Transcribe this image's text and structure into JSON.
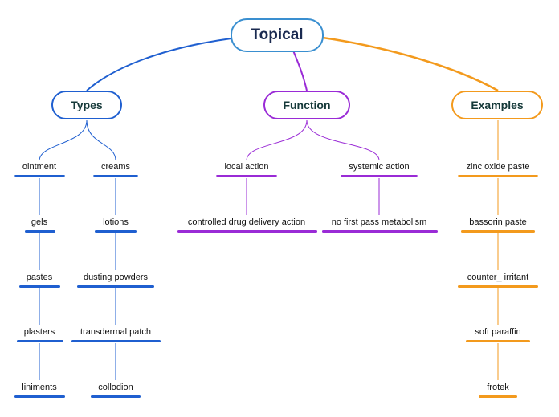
{
  "root": {
    "label": "Topical"
  },
  "branches": {
    "types": {
      "label": "Types",
      "color": "#1f5fd0"
    },
    "function": {
      "label": "Function",
      "color": "#9a2bd6"
    },
    "examples": {
      "label": "Examples",
      "color": "#f39a1d"
    }
  },
  "types": {
    "ointment": "ointment",
    "gels": "gels",
    "pastes": "pastes",
    "plasters": "plasters",
    "liniments": "liniments",
    "creams": "creams",
    "lotions": "lotions",
    "dusting_powders": "dusting powders",
    "transdermal_patch": "transdermal patch",
    "collodion": "collodion"
  },
  "function": {
    "local_action": "local action",
    "controlled_release": "controlled drug delivery action",
    "systemic_action": "systemic action",
    "no_first_pass": "no first pass metabolism"
  },
  "examples": {
    "zinc_oxide": "zinc oxide paste",
    "bassorin": "bassorin paste",
    "counter_irritant": "counter_ irritant",
    "soft_paraffin": "soft paraffin",
    "frotek": "frotek"
  }
}
